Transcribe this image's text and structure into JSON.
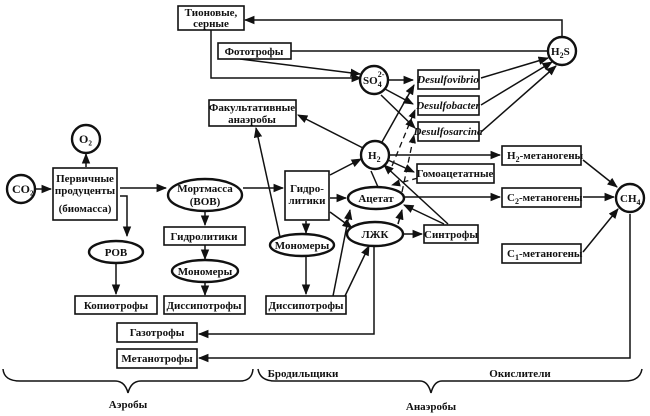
{
  "nodes": {
    "co2": "CO₂",
    "o2": "O₂",
    "primary_producers_l1": "Первичные",
    "primary_producers_l2": "продуценты",
    "primary_producers_l3": "(биомасса)",
    "mortmass_l1": "Мортмасса",
    "mortmass_l2": "(ВОВ)",
    "rov": "РОВ",
    "hydrolytics_small": "Гидролитики",
    "monomers_left": "Мономеры",
    "copiotrophs": "Копиотрофы",
    "dissipotrophs_left": "Диссипотрофы",
    "gasotrophs": "Газотрофы",
    "methanotrophs": "Метанотрофы",
    "thionic_l1": "Тионовые,",
    "thionic_l2": "серные",
    "phototrophs": "Фототрофы",
    "so4": "SO",
    "so4_sub": "4",
    "so4_sup": "2-",
    "h2s": "H",
    "h2s_sub": "2",
    "h2s_tail": "S",
    "facultative_l1": "Факультативные",
    "facultative_l2": "анаэробы",
    "desulfovibrio": "Desulfovibrio",
    "desulfobacter": "Desulfobacter",
    "desulfosarcina": "Desulfosarcina",
    "hydrolytics_big_l1": "Гидро-",
    "hydrolytics_big_l2": "литики",
    "h2": "H",
    "h2_sub": "2",
    "acetate": "Ацетат",
    "vfa": "ЛЖК",
    "monomers_right": "Мономеры",
    "dissipotrophs_right": "Диссипотрофы",
    "homoacetates": "Гомоацетатные",
    "syntrophs": "Синтрофы",
    "h2_methanogens_pre": "H",
    "h2_methanogens_sub": "2",
    "h2_methanogens_post": "-метаногены",
    "c2_methanogens_pre": "C",
    "c2_methanogens_sub": "2",
    "c2_methanogens_post": "-метаногены",
    "c1_methanogens_pre": "C",
    "c1_methanogens_sub": "1",
    "c1_methanogens_post": "-метаногены",
    "ch4": "CH",
    "ch4_sub": "4"
  },
  "groups": {
    "aerobes": "Аэробы",
    "anaerobes": "Анаэробы",
    "fermenters": "Бродильщики",
    "oxidizers": "Окислители"
  }
}
